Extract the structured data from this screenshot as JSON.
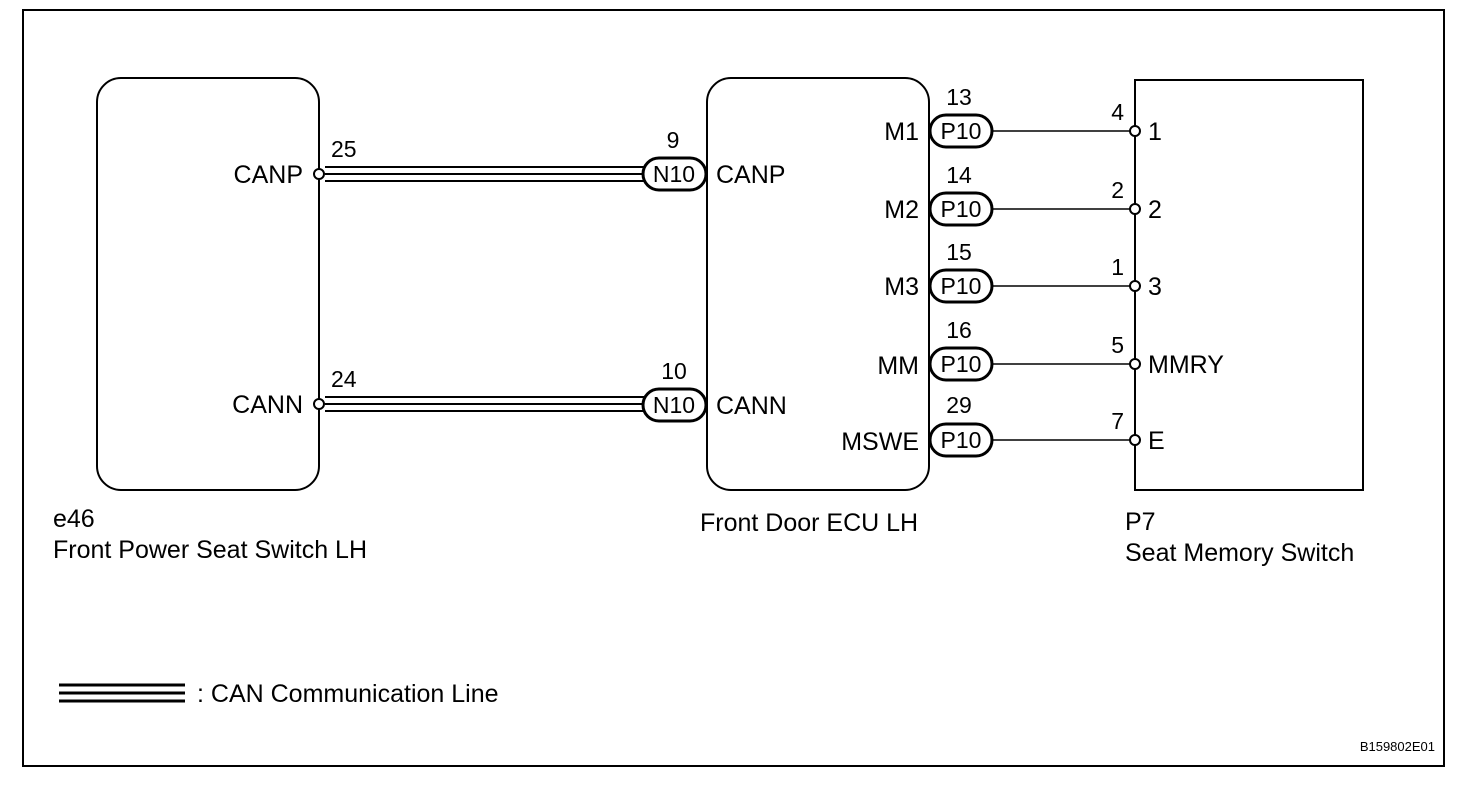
{
  "colors": {
    "line": "#000000",
    "background": "#ffffff"
  },
  "components": {
    "seat_switch": {
      "code": "e46",
      "name": "Front Power Seat Switch LH"
    },
    "door_ecu": {
      "name": "Front Door ECU LH"
    },
    "memory_switch": {
      "code": "P7",
      "name": "Seat Memory Switch"
    }
  },
  "can_lines": [
    {
      "left_terminal": "CANP",
      "left_pin": "25",
      "connector": "N10",
      "connector_pin": "9",
      "ecu_terminal": "CANP"
    },
    {
      "left_terminal": "CANN",
      "left_pin": "24",
      "connector": "N10",
      "connector_pin": "10",
      "ecu_terminal": "CANN"
    }
  ],
  "memory_lines": [
    {
      "ecu_terminal": "M1",
      "connector": "P10",
      "connector_pin": "13",
      "switch_pin": "4",
      "switch_terminal": "1"
    },
    {
      "ecu_terminal": "M2",
      "connector": "P10",
      "connector_pin": "14",
      "switch_pin": "2",
      "switch_terminal": "2"
    },
    {
      "ecu_terminal": "M3",
      "connector": "P10",
      "connector_pin": "15",
      "switch_pin": "1",
      "switch_terminal": "3"
    },
    {
      "ecu_terminal": "MM",
      "connector": "P10",
      "connector_pin": "16",
      "switch_pin": "5",
      "switch_terminal": "MMRY"
    },
    {
      "ecu_terminal": "MSWE",
      "connector": "P10",
      "connector_pin": "29",
      "switch_pin": "7",
      "switch_terminal": "E"
    }
  ],
  "legend": {
    "can_line": ": CAN Communication Line"
  },
  "figure_code": "B159802E01"
}
